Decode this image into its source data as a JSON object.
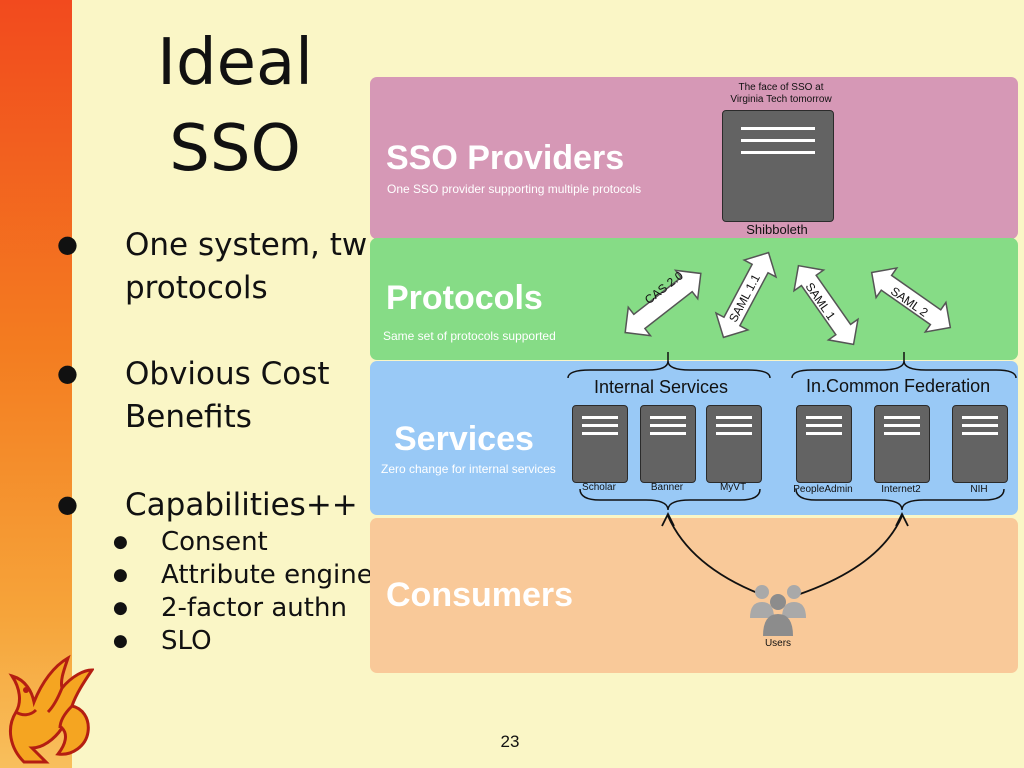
{
  "slide": {
    "title_line1": "Ideal",
    "title_line2": "SSO",
    "bullets": [
      {
        "line1": "One system, tw",
        "line2": "protocols"
      },
      {
        "line1": "Obvious Cost",
        "line2": "Benefits"
      },
      {
        "line1": "Capabilities++"
      }
    ],
    "sub_bullets": [
      "Consent",
      "Attribute engine",
      "2-factor authn",
      "SLO"
    ],
    "page_number": "23"
  },
  "diagram": {
    "providers": {
      "heading": "SSO Providers",
      "subtitle": "One SSO provider supporting multiple protocols",
      "note_line1": "The face of SSO at",
      "note_line2": "Virginia Tech tomorrow",
      "server_label": "Shibboleth"
    },
    "protocols": {
      "heading": "Protocols",
      "subtitle": "Same set of protocols supported",
      "items": [
        "CAS 2.0",
        "SAML 1.1",
        "SAML 1",
        "SAML 2"
      ]
    },
    "services": {
      "heading": "Services",
      "subtitle": "Zero change for internal services",
      "internal_label": "Internal Services",
      "federation_label": "In.Common Federation",
      "internal_servers": [
        "Scholar",
        "Banner",
        "MyVT"
      ],
      "federation_servers": [
        "PeopleAdmin",
        "Internet2",
        "NIH"
      ]
    },
    "consumers": {
      "heading": "Consumers",
      "users_label": "Users"
    }
  },
  "colors": {
    "providers_band": "#d698b6",
    "protocols_band": "#86dc86",
    "services_band": "#99c9f6",
    "consumers_band": "#f9c999",
    "server": "#636363"
  }
}
